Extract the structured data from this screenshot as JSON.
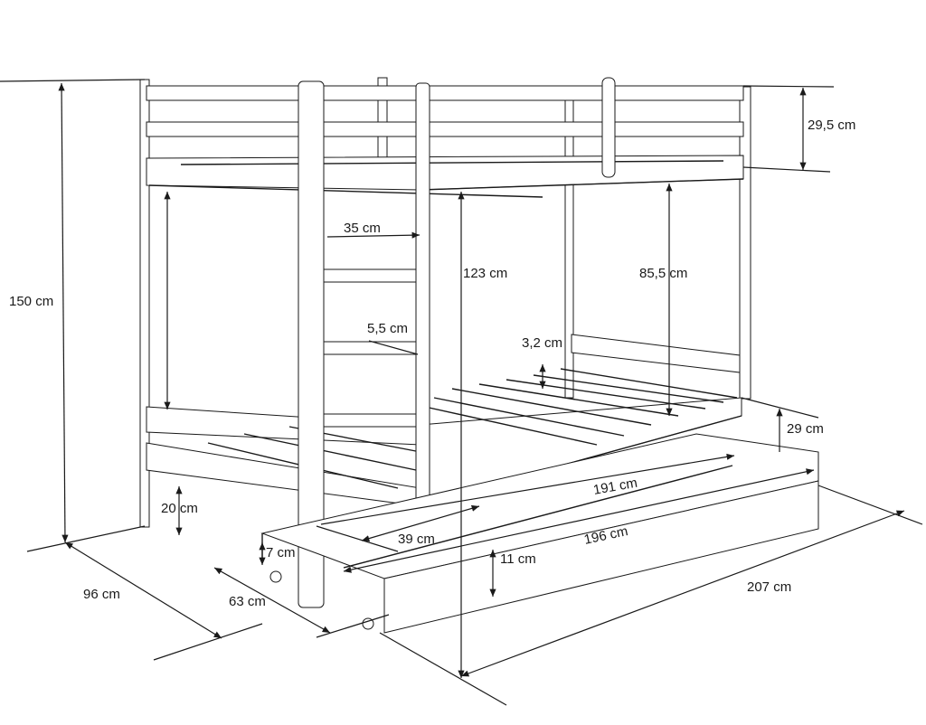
{
  "diagram": {
    "subject": "bunk-bed",
    "labels": {
      "total_height": "150 cm",
      "depth": "96 cm",
      "drawer_depth": "63 cm",
      "drawer_clearance": "7 cm",
      "floor_clearance": "20 cm",
      "ladder_width": "35 cm",
      "rung_width": "5,5 cm",
      "top_bed_height": "123 cm",
      "between_beds": "85,5 cm",
      "top_rail_height": "29,5 cm",
      "slat_gap": "3,2 cm",
      "lower_side_height": "29 cm",
      "mattress_length": "191 cm",
      "drawer_length": "196 cm",
      "ladder_offset": "39 cm",
      "drawer_height": "11 cm",
      "total_length": "207 cm"
    }
  }
}
